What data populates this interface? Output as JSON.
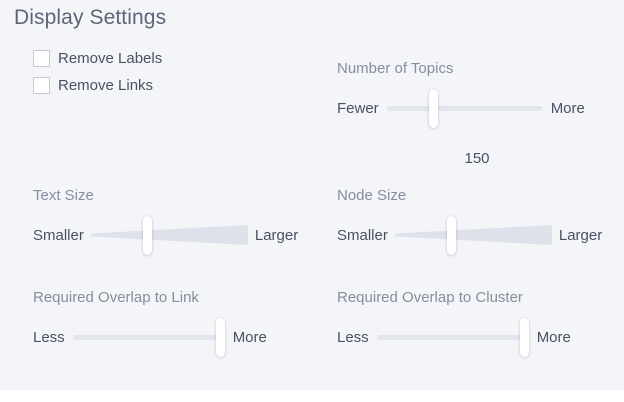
{
  "panel": {
    "title": "Display Settings",
    "background_color": "#f4f5f9",
    "heading_color": "#868d9e",
    "label_color": "#4a5163",
    "track_color": "#e3e5ed",
    "thumb_color": "#ffffff"
  },
  "checkboxes": [
    {
      "label": "Remove Labels",
      "checked": false
    },
    {
      "label": "Remove Links",
      "checked": false
    }
  ],
  "sliders": [
    {
      "id": "number-of-topics",
      "title": "Number of Topics",
      "min_label": "Fewer",
      "max_label": "More",
      "track_style": "flat",
      "thumb_percent": 30,
      "value": "150"
    },
    {
      "id": "text-size",
      "title": "Text Size",
      "min_label": "Smaller",
      "max_label": "Larger",
      "track_style": "wedge",
      "thumb_percent": 36,
      "value": null
    },
    {
      "id": "node-size",
      "title": "Node Size",
      "min_label": "Smaller",
      "max_label": "Larger",
      "track_style": "wedge",
      "thumb_percent": 36,
      "value": null
    },
    {
      "id": "required-overlap-to-link",
      "title": "Required Overlap to Link",
      "min_label": "Less",
      "max_label": "More",
      "track_style": "flat",
      "thumb_percent": 97,
      "value": null
    },
    {
      "id": "required-overlap-to-cluster",
      "title": "Required Overlap to Cluster",
      "min_label": "Less",
      "max_label": "More",
      "track_style": "flat",
      "thumb_percent": 97,
      "value": null
    }
  ]
}
